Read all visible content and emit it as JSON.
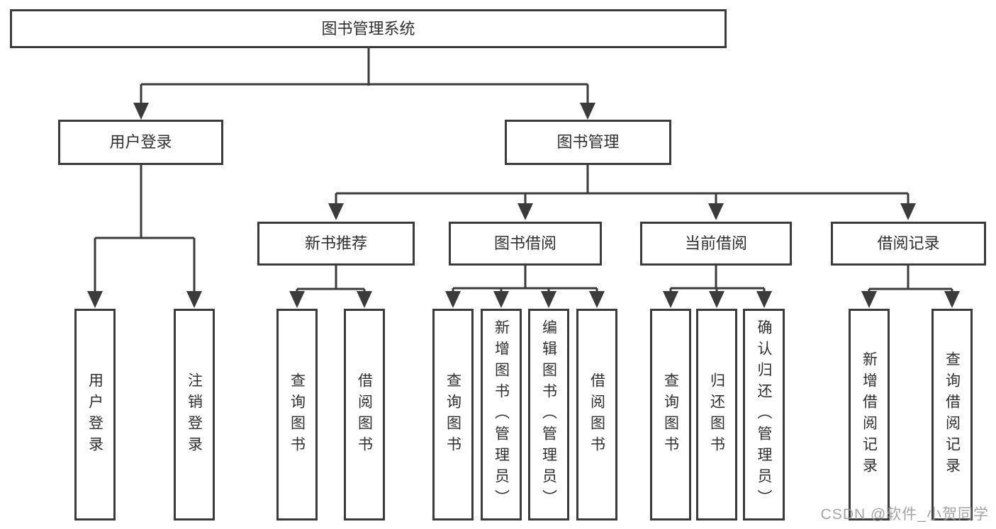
{
  "watermark": "CSDN @软件_小贺同学",
  "colors": {
    "line": "#3b3b3b",
    "box_border": "#3b3b3b",
    "text": "#2f2f2f",
    "background": "#ffffff",
    "watermark": "#969696"
  },
  "tree": {
    "root": {
      "label": "图书管理系统",
      "children": [
        {
          "label": "用户登录",
          "children": [
            {
              "label": "用户登录"
            },
            {
              "label": "注销登录"
            }
          ]
        },
        {
          "label": "图书管理",
          "children": [
            {
              "label": "新书推荐",
              "children": [
                {
                  "label": "查询图书"
                },
                {
                  "label": "借阅图书"
                }
              ]
            },
            {
              "label": "图书借阅",
              "children": [
                {
                  "label": "查询图书"
                },
                {
                  "label": "新增图书（管理员）"
                },
                {
                  "label": "编辑图书（管理员）"
                },
                {
                  "label": "借阅图书"
                }
              ]
            },
            {
              "label": "当前借阅",
              "children": [
                {
                  "label": "查询图书"
                },
                {
                  "label": "归还图书"
                },
                {
                  "label": "确认归还（管理员）"
                }
              ]
            },
            {
              "label": "借阅记录",
              "children": [
                {
                  "label": "新增借阅记录"
                },
                {
                  "label": "查询借阅记录"
                }
              ]
            }
          ]
        }
      ]
    }
  }
}
